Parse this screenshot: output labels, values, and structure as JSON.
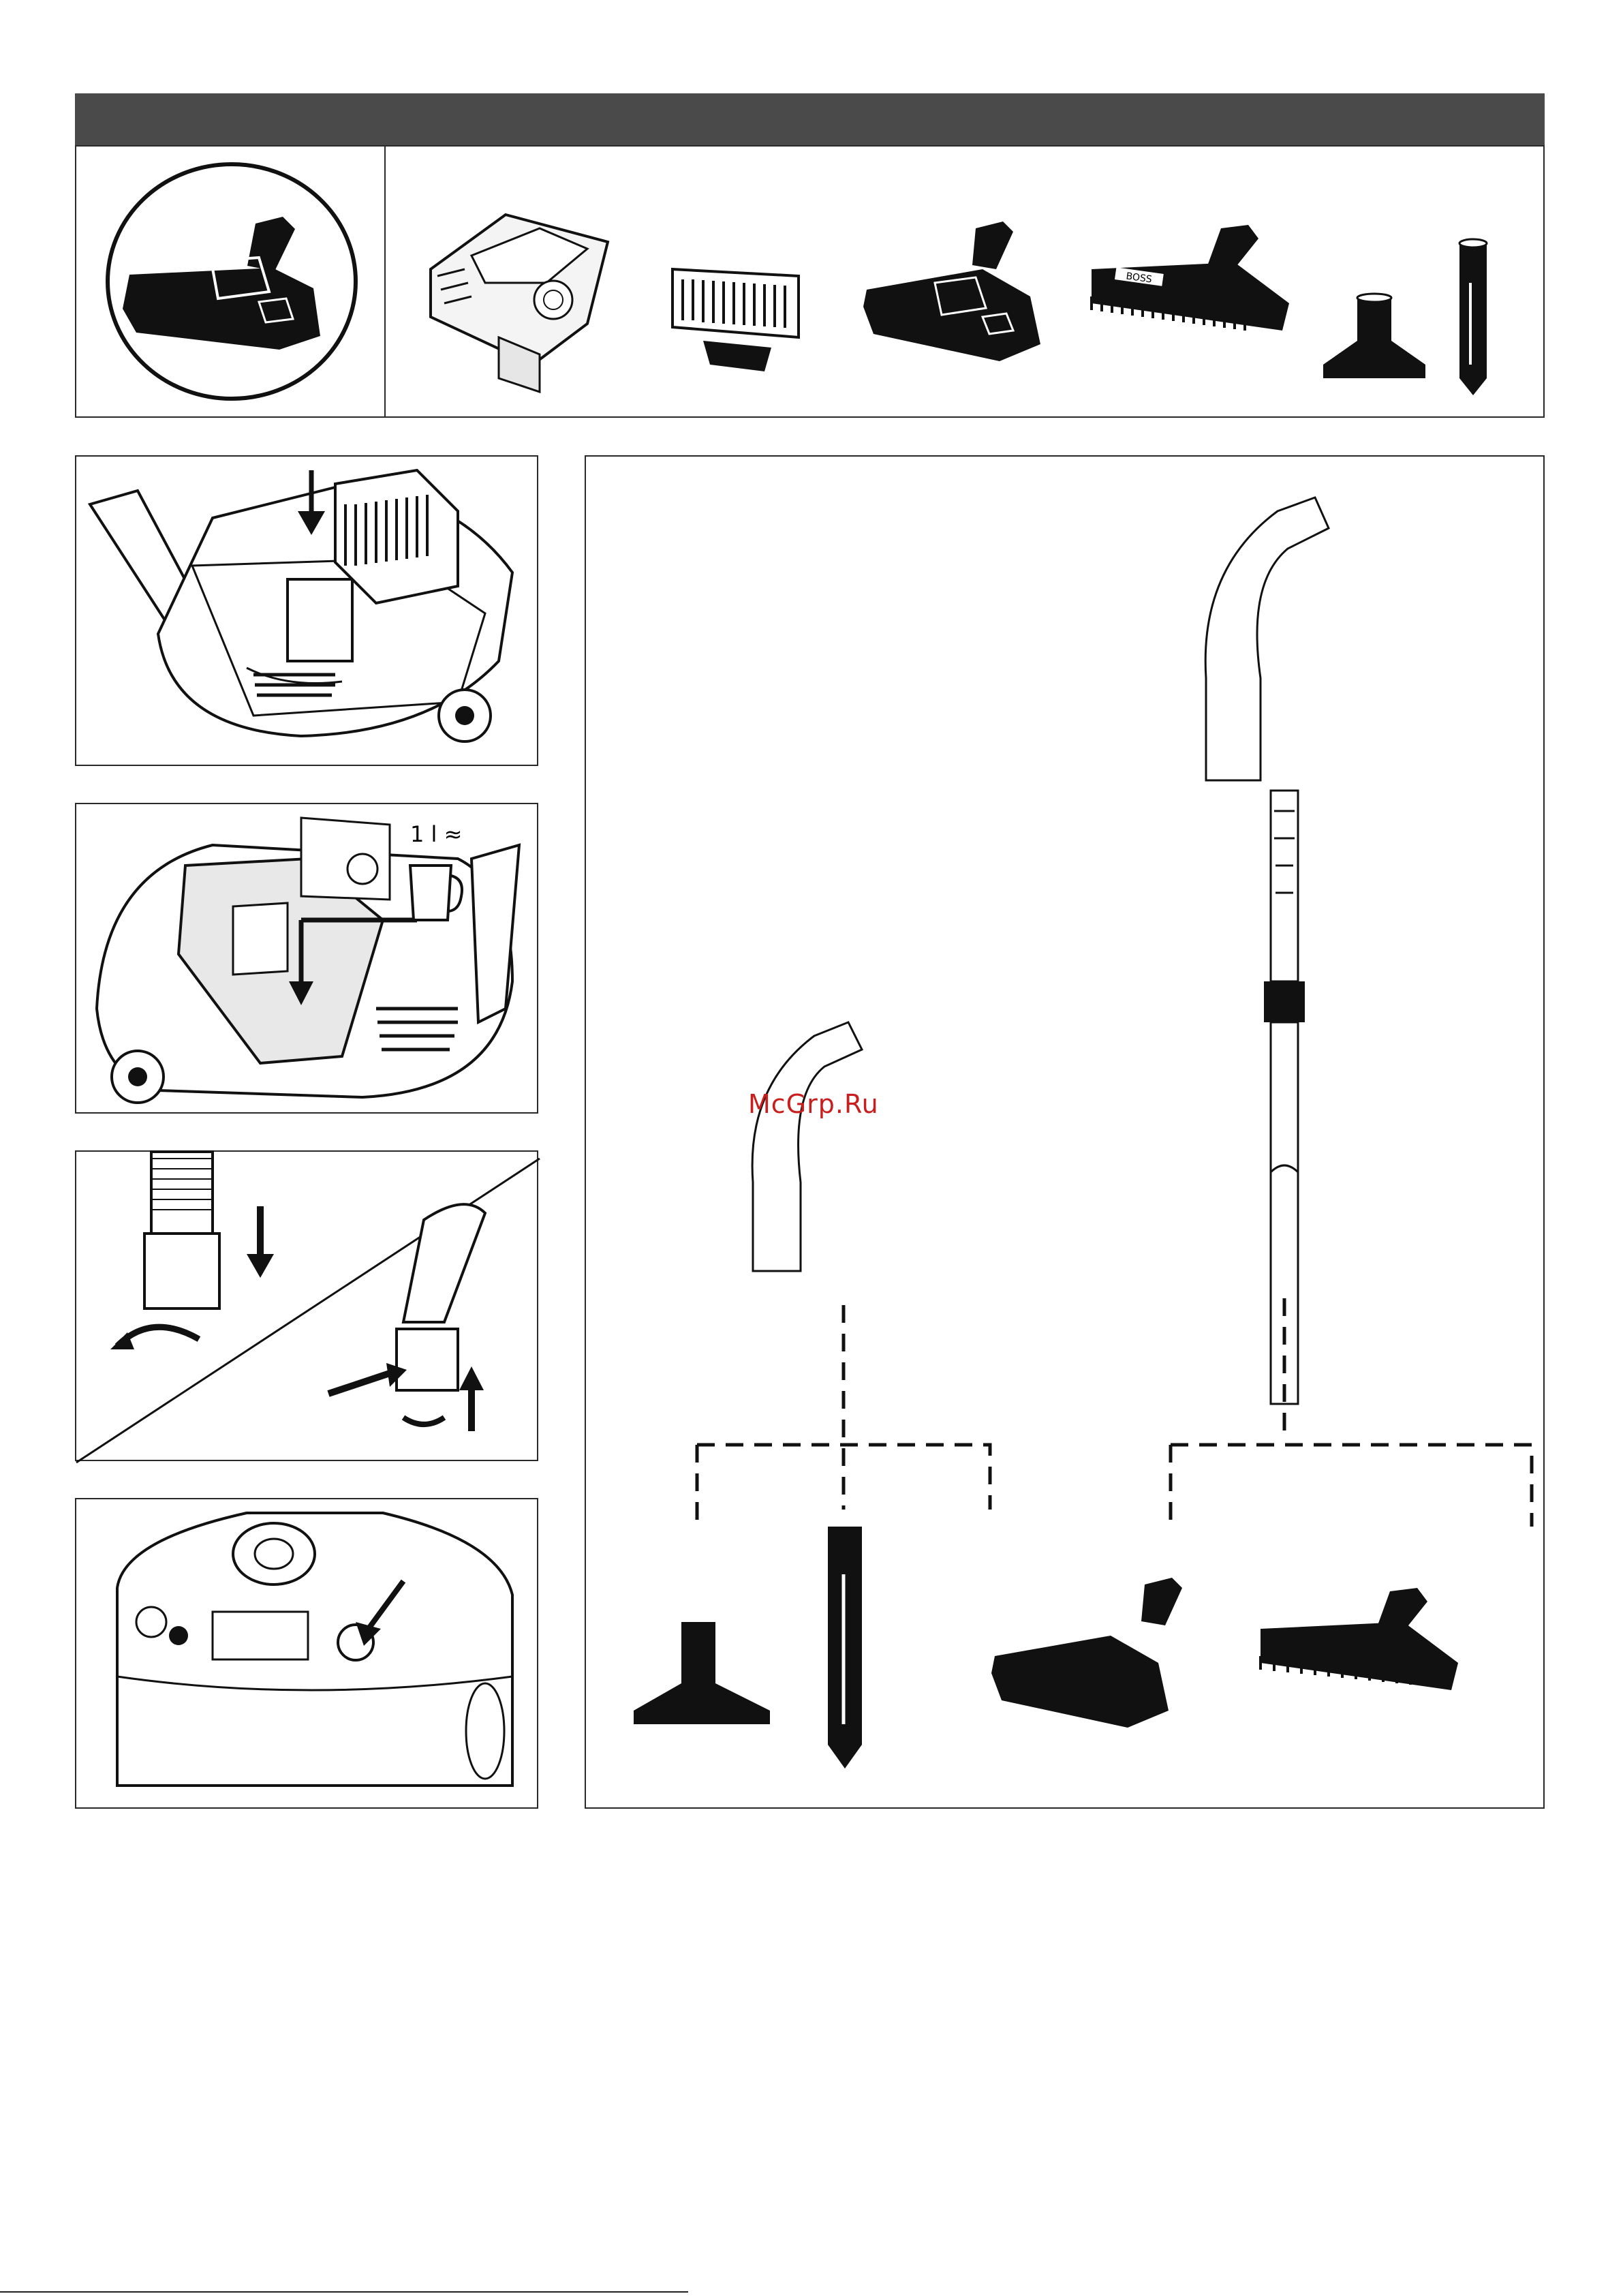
{
  "watermark": "McGrp.Ru",
  "measure_label": "1 l ≈",
  "brand_plate": "BOSS"
}
